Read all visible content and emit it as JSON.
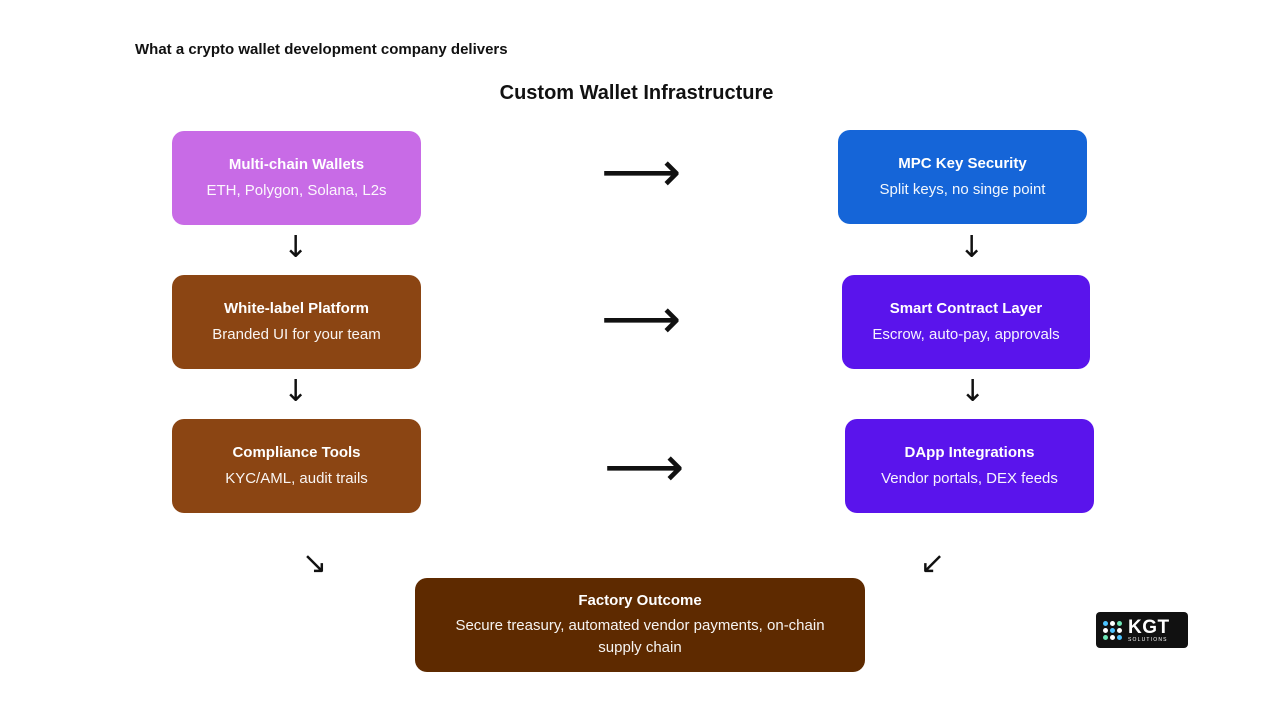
{
  "heading": "What a crypto wallet development company delivers",
  "diagram_title": "Custom Wallet Infrastructure",
  "colors": {
    "orchid": "#c86be6",
    "blue": "#1565d8",
    "brown": "#8b4513",
    "violet": "#5a14ec",
    "dark_brown": "#5e2a00"
  },
  "nodes": {
    "multichain": {
      "title": "Multi-chain Wallets",
      "subtitle": "ETH, Polygon, Solana, L2s"
    },
    "mpc": {
      "title": "MPC Key Security",
      "subtitle": "Split keys, no singe point"
    },
    "whitelabel": {
      "title": "White-label Platform",
      "subtitle": "Branded UI for your team"
    },
    "smartcontract": {
      "title": "Smart Contract Layer",
      "subtitle": "Escrow, auto-pay, approvals"
    },
    "compliance": {
      "title": "Compliance Tools",
      "subtitle": "KYC/AML, audit trails"
    },
    "dapp": {
      "title": "DApp Integrations",
      "subtitle": "Vendor portals, DEX feeds"
    },
    "outcome": {
      "title": "Factory Outcome",
      "subtitle": "Secure treasury, automated vendor payments, on-chain supply chain"
    }
  },
  "arrows": {
    "right": "⟶",
    "down": "↓",
    "down_right": "↘",
    "down_left": "↙"
  },
  "logo": {
    "name": "KGT",
    "sub": "SOLUTIONS"
  }
}
